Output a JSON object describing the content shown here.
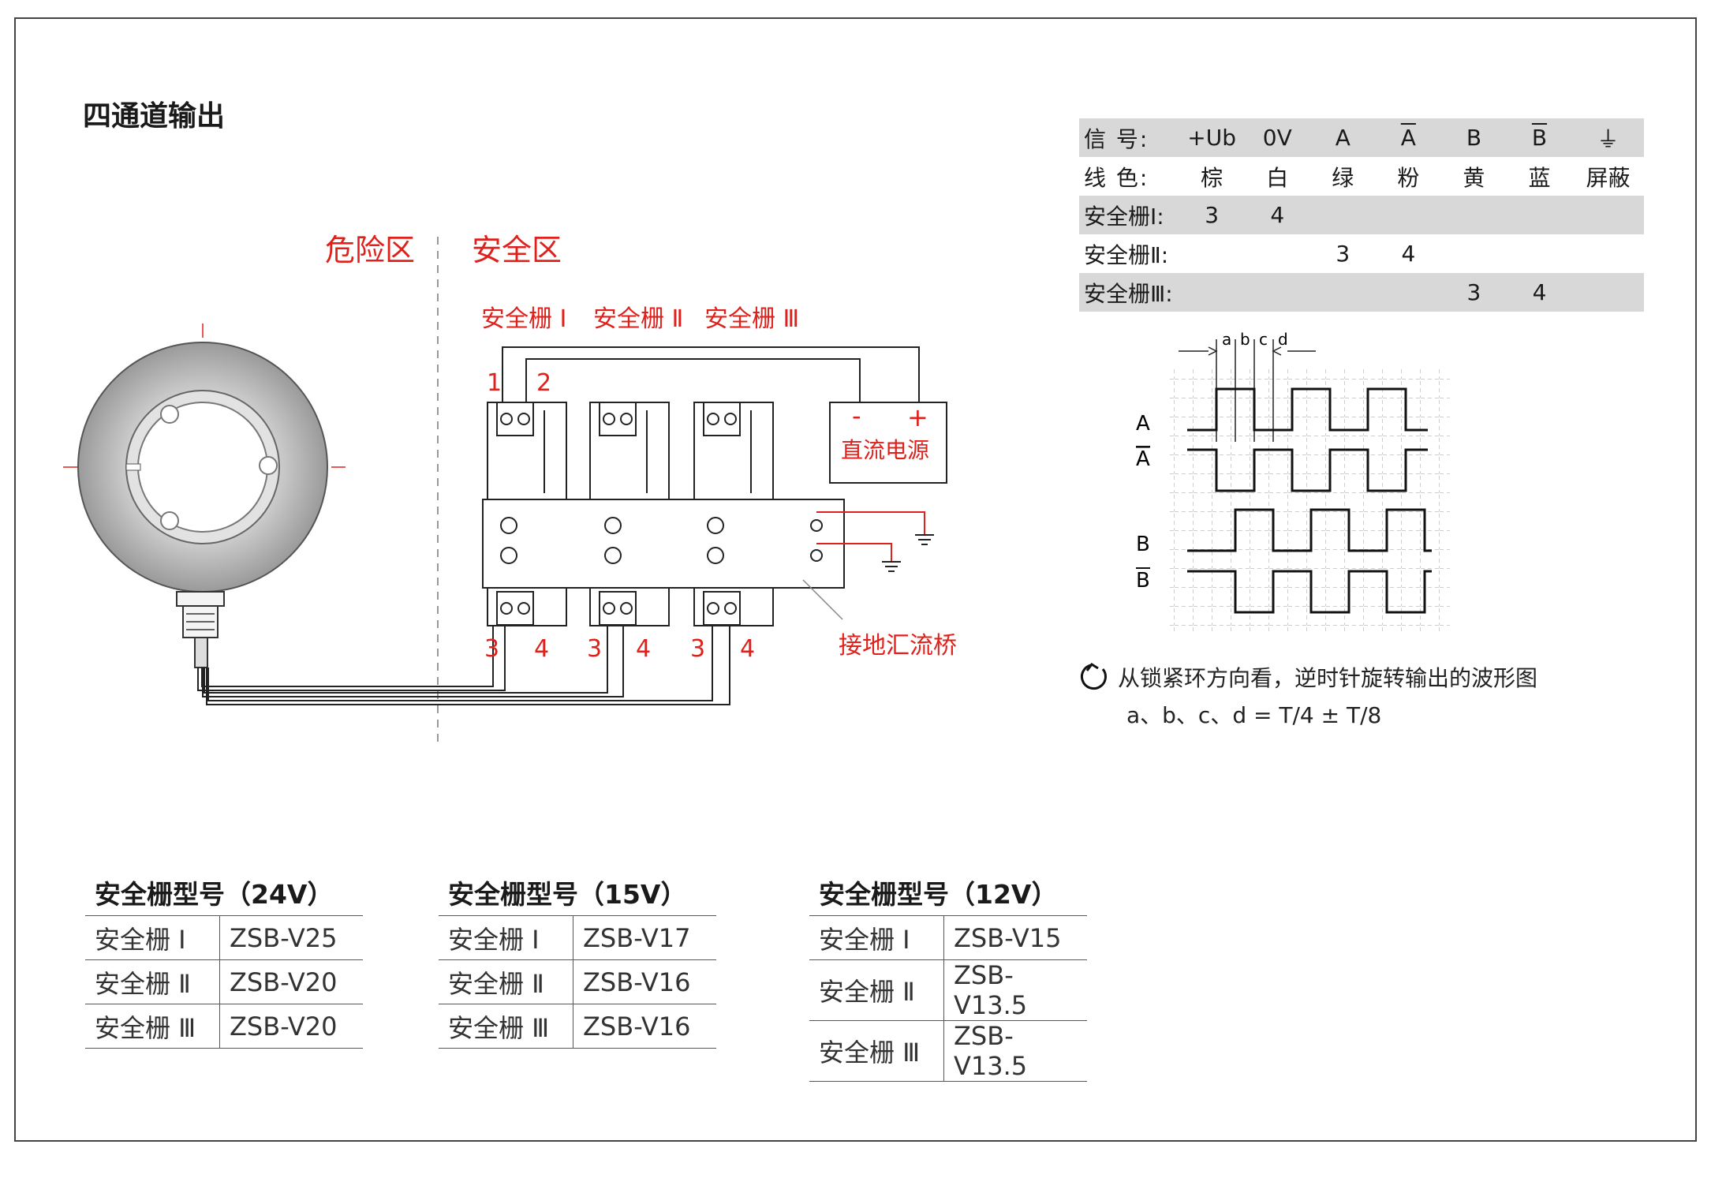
{
  "page_title": "四通道输出",
  "zones": {
    "danger": "危险区",
    "safe": "安全区"
  },
  "barriers": {
    "b1": "安全栅 Ⅰ",
    "b2": "安全栅 Ⅱ",
    "b3": "安全栅 Ⅲ"
  },
  "terminal_numbers": {
    "one": "1",
    "two": "2",
    "three": "3",
    "four": "4"
  },
  "power_supply": {
    "minus": "-",
    "plus": "+",
    "label": "直流电源"
  },
  "ground_bridge_label": "接地汇流桥",
  "signal_table": {
    "header_label": "信 号:",
    "signals": [
      "+Ub",
      "0V",
      "A",
      "A",
      "B",
      "B"
    ],
    "color_label": "线 色:",
    "colors": [
      "棕",
      "白",
      "绿",
      "粉",
      "黄",
      "蓝",
      "屏蔽"
    ],
    "rows": [
      {
        "label": "安全栅Ⅰ:",
        "values": [
          "3",
          "4",
          "",
          "",
          "",
          ""
        ]
      },
      {
        "label": "安全栅Ⅱ:",
        "values": [
          "",
          "",
          "3",
          "4",
          "",
          ""
        ]
      },
      {
        "label": "安全栅Ⅲ:",
        "values": [
          "",
          "",
          "",
          "",
          "3",
          "4"
        ]
      }
    ]
  },
  "waveform": {
    "phase_labels": [
      "a",
      "b",
      "c",
      "d"
    ],
    "channels": [
      "A",
      "A",
      "B",
      "B"
    ]
  },
  "waveform_note": "从锁紧环方向看，逆时针旋转输出的波形图",
  "waveform_formula": "a、b、c、d = T/4 ± T/8",
  "model_tables": [
    {
      "title": "安全栅型号（24V）",
      "rows": [
        [
          "安全栅 Ⅰ",
          "ZSB-V25"
        ],
        [
          "安全栅 Ⅱ",
          "ZSB-V20"
        ],
        [
          "安全栅 Ⅲ",
          "ZSB-V20"
        ]
      ]
    },
    {
      "title": "安全栅型号（15V）",
      "rows": [
        [
          "安全栅 Ⅰ",
          "ZSB-V17"
        ],
        [
          "安全栅 Ⅱ",
          "ZSB-V16"
        ],
        [
          "安全栅 Ⅲ",
          "ZSB-V16"
        ]
      ]
    },
    {
      "title": "安全栅型号（12V）",
      "rows": [
        [
          "安全栅 Ⅰ",
          "ZSB-V15"
        ],
        [
          "安全栅 Ⅱ",
          "ZSB-V13.5"
        ],
        [
          "安全栅 Ⅲ",
          "ZSB-V13.5"
        ]
      ]
    }
  ],
  "colors": {
    "accent_red": "#e0201b",
    "shade_gray": "#d8d8d8",
    "line": "#1a1a1a"
  }
}
